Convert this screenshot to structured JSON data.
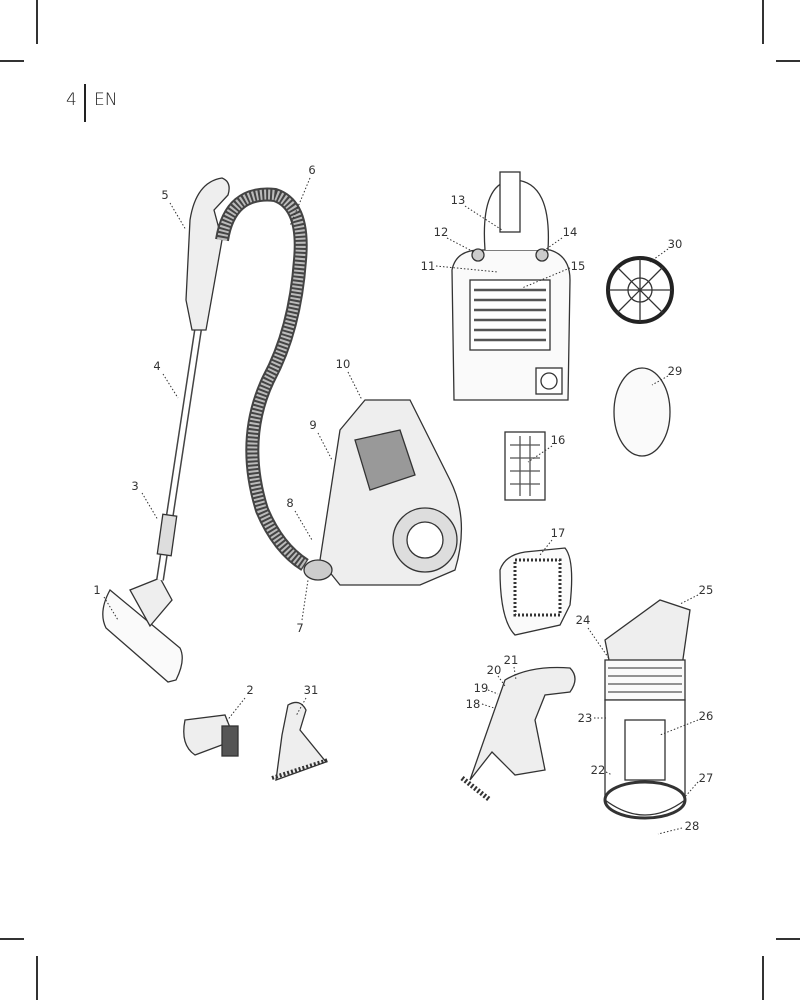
{
  "header": {
    "page_number": "4",
    "language": "EN"
  },
  "callouts": [
    "1",
    "2",
    "3",
    "4",
    "5",
    "6",
    "7",
    "8",
    "9",
    "10",
    "11",
    "12",
    "13",
    "14",
    "15",
    "16",
    "17",
    "18",
    "19",
    "20",
    "21",
    "22",
    "23",
    "24",
    "25",
    "26",
    "27",
    "28",
    "29",
    "30",
    "31"
  ]
}
